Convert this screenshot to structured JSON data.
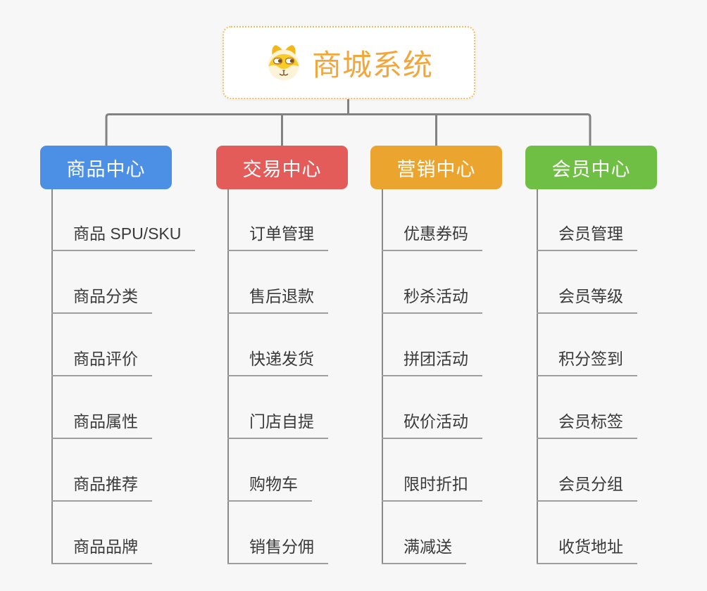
{
  "root": {
    "title": "商城系统",
    "icon": "dog-face-icon"
  },
  "branches": [
    {
      "label": "商品中心",
      "color": "#4B90E5",
      "items": [
        "商品 SPU/SKU",
        "商品分类",
        "商品评价",
        "商品属性",
        "商品推荐",
        "商品品牌"
      ]
    },
    {
      "label": "交易中心",
      "color": "#E45C5A",
      "items": [
        "订单管理",
        "售后退款",
        "快递发货",
        "门店自提",
        "购物车",
        "销售分佣"
      ]
    },
    {
      "label": "营销中心",
      "color": "#EBA52F",
      "items": [
        "优惠券码",
        "秒杀活动",
        "拼团活动",
        "砍价活动",
        "限时折扣",
        "满减送"
      ]
    },
    {
      "label": "会员中心",
      "color": "#6EBF44",
      "items": [
        "会员管理",
        "会员等级",
        "积分签到",
        "会员标签",
        "会员分组",
        "收货地址"
      ]
    }
  ],
  "colors": {
    "background": "#F7F7F7",
    "root_accent": "#F2A73D",
    "root_border": "#F3BD62",
    "connector": "#828282",
    "column_line": "#8A8A8A",
    "underline": "#9E9E9E",
    "item_text": "#3A3A3A"
  }
}
